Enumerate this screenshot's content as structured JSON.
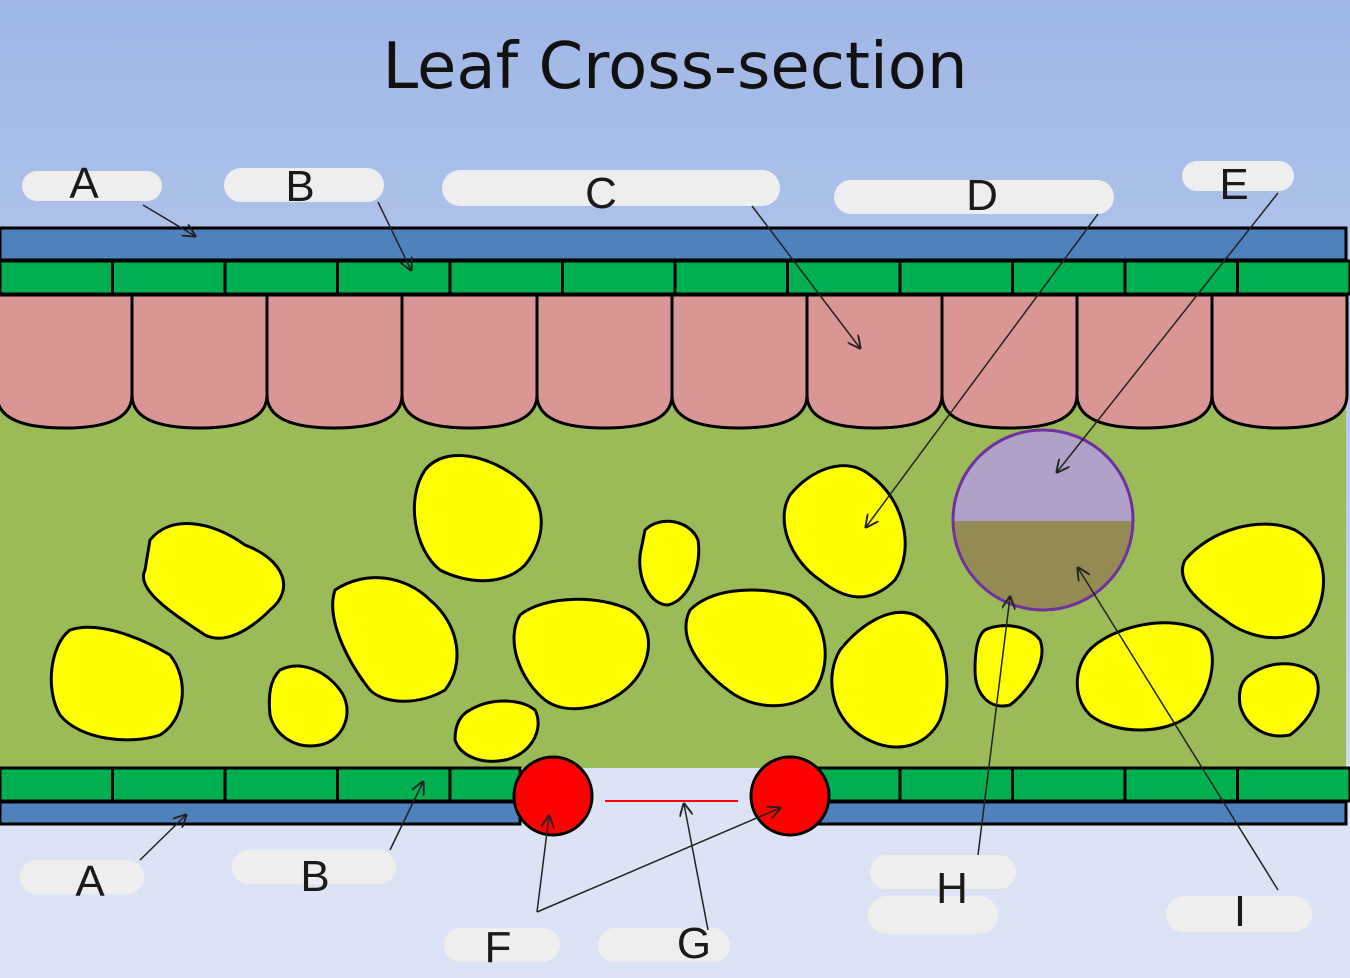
{
  "title": "Leaf Cross-section",
  "labels": {
    "a_top": "A",
    "b_top": "B",
    "c": "C",
    "d": "D",
    "e": "E",
    "a_bottom": "A",
    "b_bottom": "B",
    "f": "F",
    "g": "G",
    "h": "H",
    "i": "I"
  },
  "colors": {
    "sky_top": "#9fb7e6",
    "sky_bottom": "#dbe3f4",
    "cuticle": "#4f81bd",
    "epidermis": "#00b050",
    "palisade": "#da9694",
    "spongy_bg": "#9bbb59",
    "spongy_cell": "#ffff00",
    "guard_cell": "#ff0000",
    "vacuole_top": "#b1a0c7",
    "vacuole_bottom": "#948a54",
    "vacuole_border": "#7030a0"
  }
}
